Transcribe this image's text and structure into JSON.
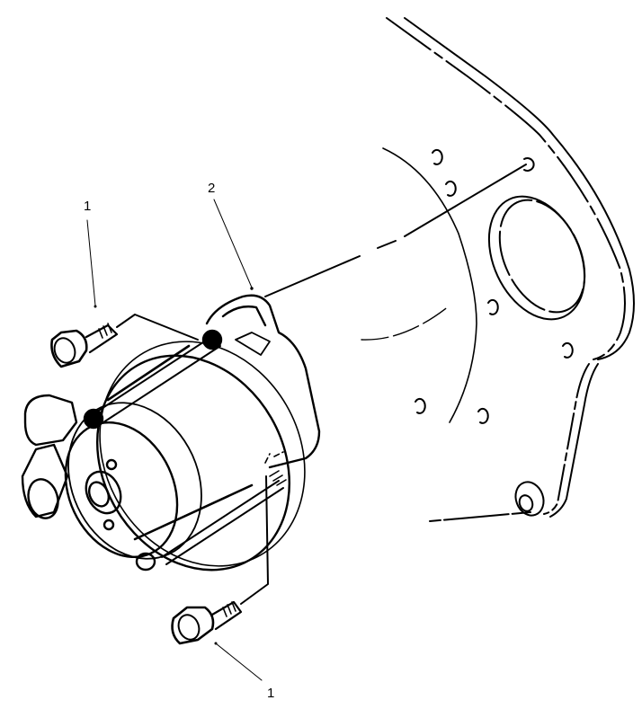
{
  "diagram": {
    "type": "exploded-view",
    "subject": "starter motor mounting to engine plate",
    "line_color": "#000000",
    "background": "#ffffff",
    "callouts": [
      {
        "id": "callout-1-top",
        "label": "1",
        "part": "bolt"
      },
      {
        "id": "callout-2",
        "label": "2",
        "part": "starter motor"
      },
      {
        "id": "callout-1-bottom",
        "label": "1",
        "part": "bolt"
      }
    ]
  }
}
